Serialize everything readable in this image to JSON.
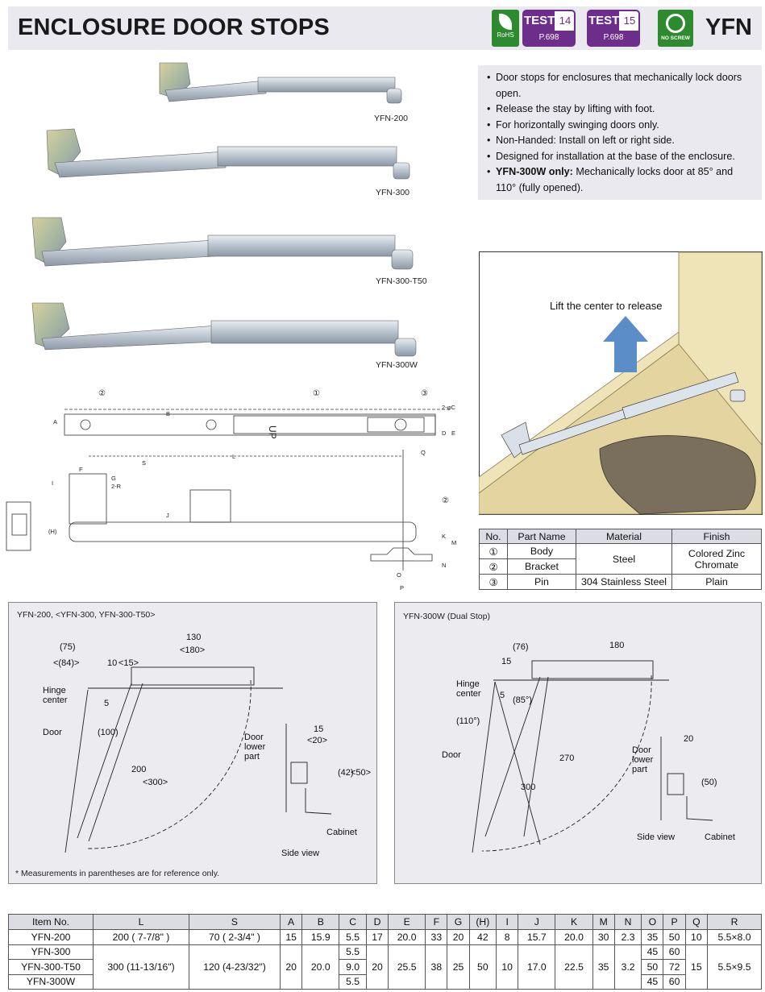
{
  "header": {
    "title": "ENCLOSURE DOOR STOPS",
    "brand": "YFN",
    "rohs_label": "RoHS",
    "tests": [
      {
        "label": "TEST",
        "number": "14",
        "page": "P.698"
      },
      {
        "label": "TEST",
        "number": "15",
        "page": "P.698"
      }
    ],
    "noscrew_label": "NO SCREW"
  },
  "products": [
    {
      "label": "YFN-200"
    },
    {
      "label": "YFN-300"
    },
    {
      "label": "YFN-300-T50"
    },
    {
      "label": "YFN-300W"
    }
  ],
  "features": [
    {
      "bold": "",
      "text": "Door stops for enclosures that mechanically lock doors open."
    },
    {
      "bold": "",
      "text": "Release the stay by lifting with foot."
    },
    {
      "bold": "",
      "text": "For horizontally swinging doors only."
    },
    {
      "bold": "",
      "text": "Non-Handed: Install on left or right side."
    },
    {
      "bold": "",
      "text": "Designed for installation at the base of the enclosure."
    },
    {
      "bold": "YFN-300W only:",
      "text": " Mechanically locks door at 85° and 110° (fully opened)."
    }
  ],
  "illustration": {
    "caption": "Lift the center to release"
  },
  "drawing": {
    "callouts": [
      "①",
      "②",
      "③",
      "②"
    ],
    "letters": [
      "A",
      "B",
      "C",
      "D",
      "E",
      "F",
      "G",
      "R",
      "S",
      "L",
      "Q",
      "I",
      "J",
      "H",
      "K",
      "M",
      "N",
      "O",
      "P"
    ],
    "small": [
      "2-φC",
      "2-R",
      "(H)",
      "UP"
    ]
  },
  "parts_table": {
    "headers": [
      "No.",
      "Part Name",
      "Material",
      "Finish"
    ],
    "rows": [
      {
        "no": "①",
        "name": "Body",
        "material": "Steel",
        "finish": "Colored Zinc Chromate"
      },
      {
        "no": "②",
        "name": "Bracket",
        "material": "",
        "finish": ""
      },
      {
        "no": "③",
        "name": "Pin",
        "material": "304 Stainless Steel",
        "finish": "Plain"
      }
    ]
  },
  "panel_left": {
    "title": "YFN-200, <YFN-300, YFN-300-T50>",
    "labels": {
      "d75": "(75)",
      "d84": "<(84)>",
      "d130": "130",
      "d180": "<180>",
      "d10": "10",
      "d15": "<15>",
      "d5": "5",
      "hinge": "Hinge",
      "center": "center",
      "door": "Door",
      "d100": "(100)",
      "d200": "200",
      "d300": "<300>",
      "s15": "15",
      "s20": "<20>",
      "s42": "(42)",
      "s50": "<50>",
      "doorlower1": "Door",
      "doorlower2": "lower",
      "doorlower3": "part",
      "cabinet": "Cabinet",
      "sideview": "Side view"
    },
    "note": "* Measurements in parentheses are for reference only."
  },
  "panel_right": {
    "title": "YFN-300W (Dual Stop)",
    "labels": {
      "d76": "(76)",
      "d180": "180",
      "d15": "15",
      "d5": "5",
      "a85": "(85°)",
      "a110": "(110°)",
      "hinge": "Hinge",
      "center": "center",
      "door": "Door",
      "d300": "300",
      "d270": "270",
      "s20": "20",
      "s50": "(50)",
      "doorlower1": "Door",
      "doorlower2": "lower",
      "doorlower3": "part",
      "cabinet": "Cabinet",
      "sideview": "Side view"
    }
  },
  "dims_table": {
    "headers": [
      "Item No.",
      "L",
      "S",
      "A",
      "B",
      "C",
      "D",
      "E",
      "F",
      "G",
      "(H)",
      "I",
      "J",
      "K",
      "M",
      "N",
      "O",
      "P",
      "Q",
      "R"
    ],
    "row200": [
      "YFN-200",
      "200 (  7-7/8\"  )",
      "70  (  2-3/4\"  )",
      "15",
      "15.9",
      "5.5",
      "17",
      "20.0",
      "33",
      "20",
      "42",
      "8",
      "15.7",
      "20.0",
      "30",
      "2.3",
      "35",
      "50",
      "10",
      "5.5×8.0"
    ],
    "items300": [
      "YFN-300",
      "YFN-300-T50",
      "YFN-300W"
    ],
    "shared300": {
      "L": "300 (11-13/16\")",
      "S": "120  (4-23/32\")",
      "A": "20",
      "B": "20.0",
      "D": "20",
      "E": "25.5",
      "F": "38",
      "G": "25",
      "H": "50",
      "I": "10",
      "J": "17.0",
      "K": "22.5",
      "M": "35",
      "N": "3.2",
      "Q": "15",
      "R": "5.5×9.5"
    },
    "c300": [
      "5.5",
      "9.0",
      "5.5"
    ],
    "o300": [
      "45",
      "50",
      "45"
    ],
    "p300": [
      "60",
      "72",
      "60"
    ]
  }
}
